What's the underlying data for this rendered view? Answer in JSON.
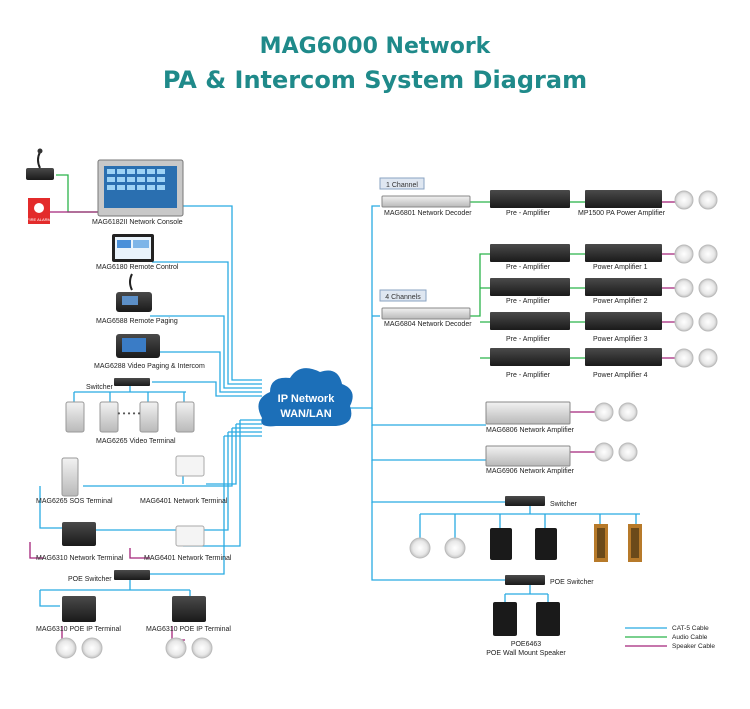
{
  "title": {
    "line1": "MAG6000 Network",
    "line2": "PA & Intercom System Diagram"
  },
  "cloud": {
    "line1": "IP Network",
    "line2": "WAN/LAN"
  },
  "labels": {
    "console": "MAG6182II Network Console",
    "fire_alarm": "FIRE ALARM",
    "remote_control": "MAG6180 Remote Control",
    "remote_paging": "MAG6588 Remote Paging",
    "video_paging": "MAG6288 Video Paging & Intercom",
    "switcher_left": "Switcher",
    "video_terminal": "MAG6265 Video Terminal",
    "sos_terminal": "MAG6265 SOS Terminal",
    "network_terminal_6401a": "MAG6401 Network Terminal",
    "network_terminal_6310": "MAG6310 Network Terminal",
    "network_terminal_6401b": "MAG6401 Network Terminal",
    "poe_switcher_left": "POE Switcher",
    "poe_terminal_a": "MAG6310 POE IP Terminal",
    "poe_terminal_b": "MAG6310 POE IP Terminal",
    "one_channel": "1 Channel",
    "decoder_6801": "MAG6801 Network Decoder",
    "pre_amp_1": "Pre - Amplifier",
    "mp1500": "MP1500 PA Power Amplifier",
    "four_channels": "4 Channels",
    "decoder_6804": "MAG6804 Network Decoder",
    "pre_amp_a": "Pre - Amplifier",
    "pre_amp_b": "Pre - Amplifier",
    "pre_amp_c": "Pre - Amplifier",
    "pre_amp_d": "Pre - Amplifier",
    "power_amp_1": "Power Amplifier 1",
    "power_amp_2": "Power Amplifier 2",
    "power_amp_3": "Power Amplifier 3",
    "power_amp_4": "Power Amplifier 4",
    "amp_6806": "MAG6806 Network Amplifier",
    "amp_6906": "MAG6906 Network Amplifier",
    "switcher_right": "Switcher",
    "poe_switcher_right": "POE Switcher",
    "poe_speaker_1": "POE6463",
    "poe_speaker_2": "POE Wall Mount Speaker"
  },
  "legend": {
    "cat5": "CAT-5 Cable",
    "audio": "Audio Cable",
    "speaker": "Speaker Cable"
  },
  "colors": {
    "cat5": "#29abe2",
    "audio": "#2bb34a",
    "speaker": "#a3247a",
    "title": "#1f8a8a",
    "cloud": "#1c6fb8"
  }
}
